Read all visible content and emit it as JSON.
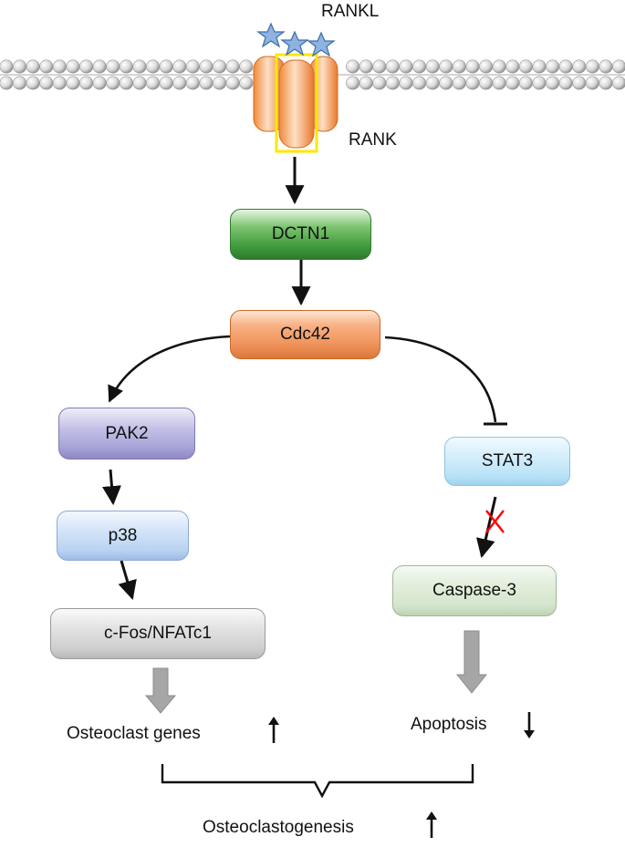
{
  "labels": {
    "ligand": "RANKL",
    "receptor": "RANK"
  },
  "nodes": {
    "dctn1": "DCTN1",
    "cdc42": "Cdc42",
    "pak2": "PAK2",
    "p38": "p38",
    "cfos": "c-Fos/NFATc1",
    "stat3": "STAT3",
    "caspase3": "Caspase-3"
  },
  "outcomes": {
    "osteoclast_genes": "Osteoclast genes",
    "apoptosis": "Apoptosis",
    "osteoclastogenesis": "Osteoclastogenesis"
  },
  "colors": {
    "dctn1": "#3f9a3c",
    "cdc42": "#f0935a",
    "pak2": "#a9a6d8",
    "p38": "#b9d3f2",
    "cfos": "#d0d0d0",
    "stat3": "#b9e2f7",
    "caspase3": "#d4e5cd",
    "receptor_fill": "#f7a55c",
    "receptor_highlight": "#ffe600",
    "ligand_star": "#8fb3e0",
    "inhibition_cross": "#ff0000"
  }
}
